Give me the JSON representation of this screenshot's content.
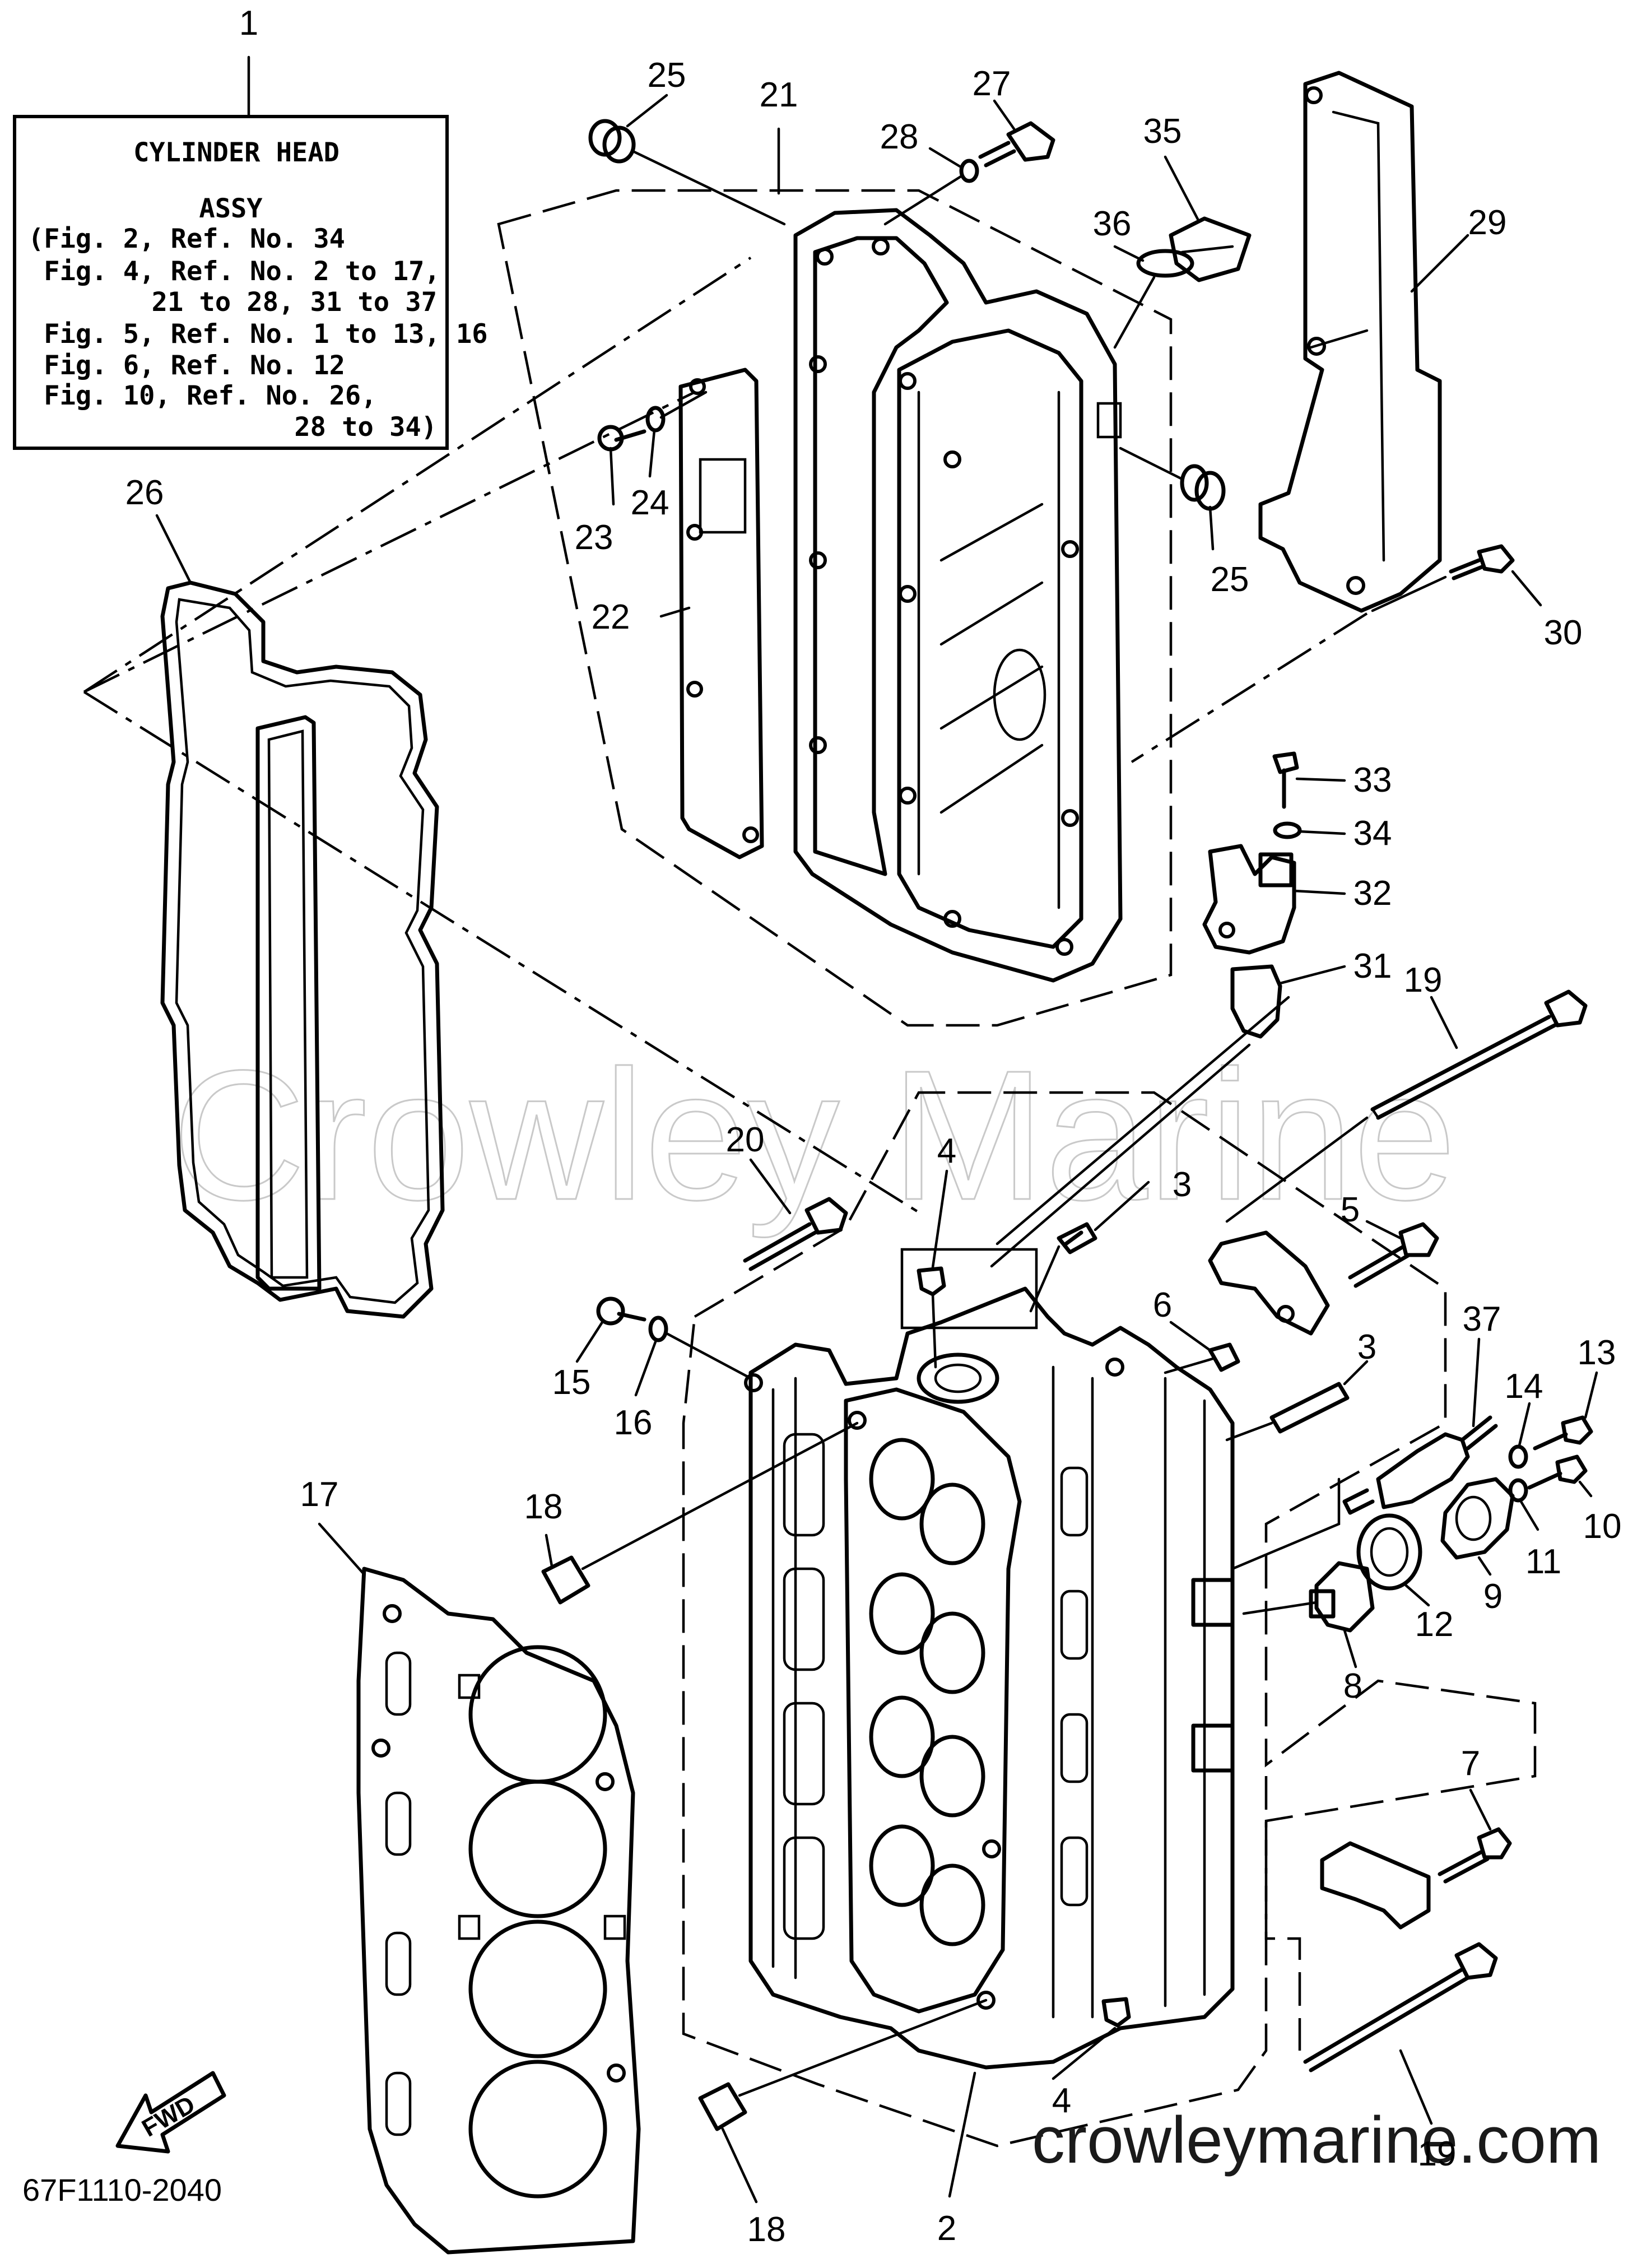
{
  "title_box": {
    "callout": "1",
    "lines": [
      "CYLINDER HEAD",
      "ASSY",
      "(Fig. 2, Ref. No. 34",
      " Fig. 4, Ref. No. 2 to 17,",
      "21 to 28, 31 to 37",
      " Fig. 5, Ref. No. 1 to 13, 16",
      " Fig. 6, Ref. No. 12",
      " Fig. 10, Ref. No. 26,",
      "28 to 34)"
    ]
  },
  "callouts": [
    "25",
    "21",
    "27",
    "28",
    "35",
    "36",
    "29",
    "23",
    "24",
    "25",
    "26",
    "22",
    "30",
    "33",
    "34",
    "32",
    "31",
    "19",
    "20",
    "4",
    "3",
    "5",
    "6",
    "3",
    "37",
    "14",
    "13",
    "15",
    "16",
    "17",
    "18",
    "10",
    "11",
    "9",
    "12",
    "8",
    "7",
    "4",
    "18",
    "2",
    "19"
  ],
  "fwd_label": "FWD",
  "drawing_code": "67F1110-2040",
  "watermark": "Crowley Marine",
  "website": "crowleymarine.com",
  "icons": [
    "fwd-arrow-icon"
  ]
}
